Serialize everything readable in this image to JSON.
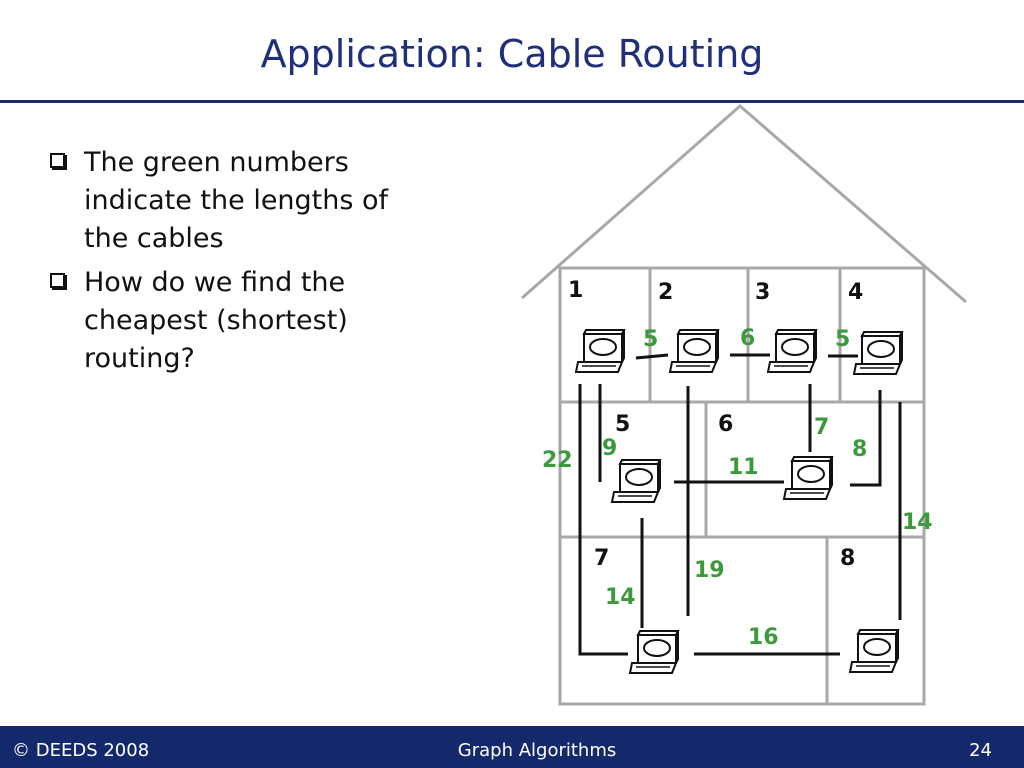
{
  "slide": {
    "title": "Application: Cable Routing",
    "bullets": [
      "The green numbers indicate the lengths of the cables",
      "How do we find the cheapest (shortest) routing?"
    ]
  },
  "diagram": {
    "rooms": [
      "1",
      "2",
      "3",
      "4",
      "5",
      "6",
      "7",
      "8"
    ],
    "cable_lengths": [
      "5",
      "6",
      "5",
      "7",
      "8",
      "22",
      "9",
      "11",
      "14",
      "19",
      "14",
      "16"
    ],
    "colors": {
      "cable_length": "#3c9a3c",
      "walls": "#a8a8a8",
      "cables": "#111111"
    },
    "icon": "computer-icon"
  },
  "footer": {
    "left": "© DEEDS 2008",
    "center": "Graph Algorithms",
    "right": "24"
  }
}
